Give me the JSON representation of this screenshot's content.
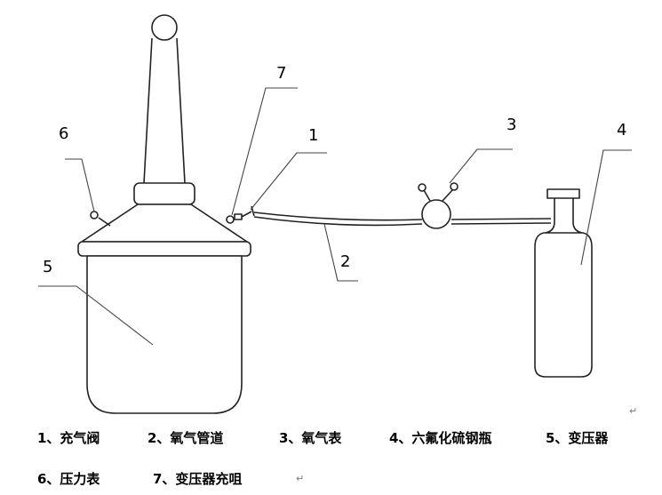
{
  "diagram": {
    "callout_numbers": {
      "n1": "1",
      "n2": "2",
      "n3": "3",
      "n4": "4",
      "n5": "5",
      "n6": "6",
      "n7": "7"
    }
  },
  "legend": {
    "row1": [
      "1、充气阀",
      "2、氧气管道",
      "3、氧气表",
      "4、六氟化硫钢瓶",
      "5、变压器"
    ],
    "row2": [
      "6、压力表",
      "7、变压器充咀"
    ],
    "paragraph_mark": "↵"
  }
}
